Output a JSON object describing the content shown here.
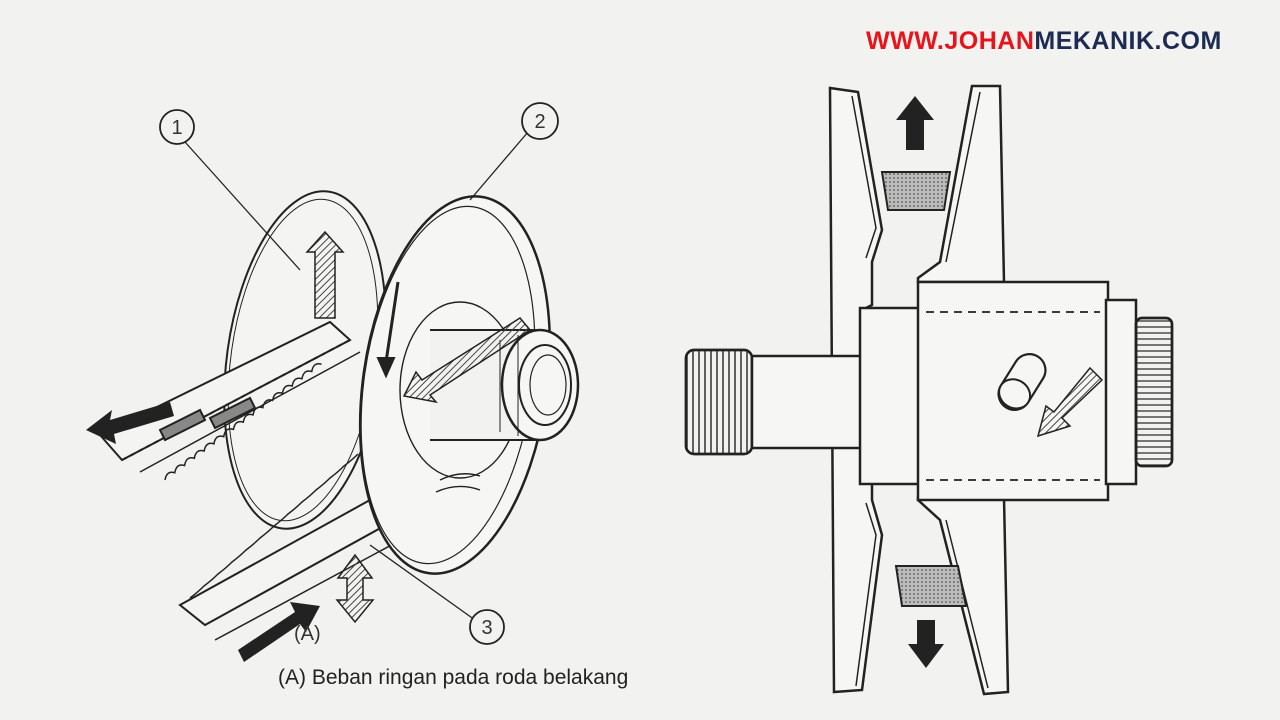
{
  "watermark": {
    "part1": "WWW.JOHAN",
    "part2": "MEKANIK.COM",
    "color_red": "#e8141c",
    "color_navy": "#1d2a52"
  },
  "left_diagram": {
    "callouts": [
      "1",
      "2",
      "3"
    ],
    "arrow_label": "(A)",
    "caption": "(A) Beban ringan pada roda belakang"
  }
}
